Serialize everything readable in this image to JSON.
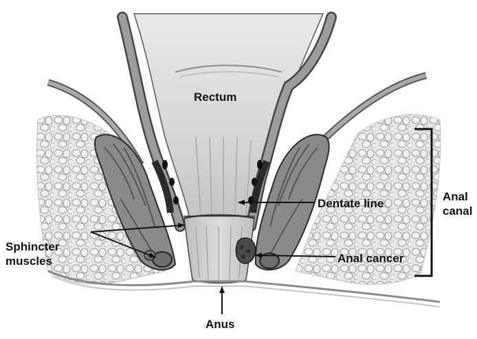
{
  "labels": {
    "rectum": "Rectum",
    "dentate_line": "Dentate line",
    "anal_cancer": "Anal cancer",
    "sphincter_muscles": [
      "Sphincter",
      "muscles"
    ],
    "anal_canal": [
      "Anal",
      "canal"
    ],
    "anus": "Anus"
  },
  "colors": {
    "background": "#ffffff",
    "tissue_light": "#e4e4e4",
    "tissue_mid": "#b8b8b8",
    "muscle": "#7a7a7a",
    "muscle_dark": "#3f3f3f",
    "outline": "#1a1a1a",
    "tumor": "#4a4a4a"
  }
}
